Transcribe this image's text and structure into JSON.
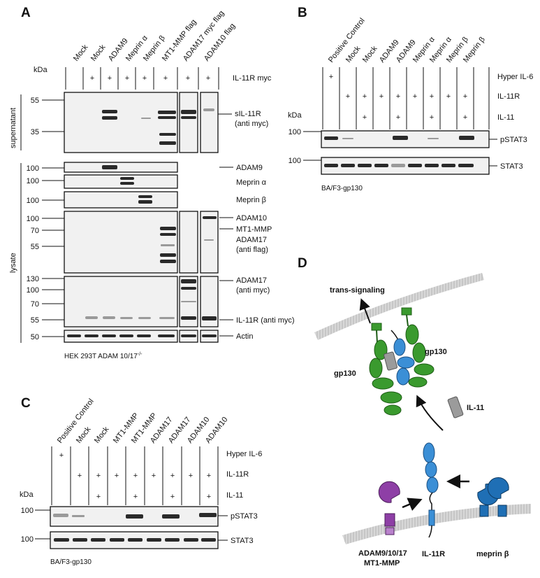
{
  "panel_a": {
    "letter": "A",
    "lanes": [
      "Mock",
      "Mock",
      "ADAM9",
      "Meprin α",
      "Meprin β",
      "MT1-MMP flag",
      "ADAM17 myc flag",
      "ADAM10 flag"
    ],
    "kda_label": "kDa",
    "il11r_row_label": "IL-11R myc",
    "il11r_row": [
      "",
      "+",
      "+",
      "+",
      "+",
      "+",
      "+",
      "+"
    ],
    "supernatant_label": "supernatant",
    "lysate_label": "lysate",
    "sup_markers": [
      "55",
      "35"
    ],
    "sup_labels": [
      "sIL-11R",
      "(anti myc)"
    ],
    "adam9_marker": "100",
    "adam9_label": "ADAM9",
    "mepa_marker": "100",
    "mepa_label": "Meprin α",
    "mepb_marker": "100",
    "mepb_label": "Meprin β",
    "flag_markers": [
      "100",
      "70",
      "55"
    ],
    "flag_labels": [
      "ADAM10",
      "MT1-MMP",
      "ADAM17",
      "(anti flag)"
    ],
    "myc_markers": [
      "130",
      "100",
      "70",
      "55"
    ],
    "myc_labels": [
      "ADAM17",
      "(anti myc)",
      "IL-11R (anti myc)"
    ],
    "actin_marker": "50",
    "actin_label": "Actin",
    "cell_line": "HEK 293T  ADAM 10/17",
    "cell_line_sup": "-/-"
  },
  "panel_b": {
    "letter": "B",
    "lanes": [
      "Positive Control",
      "Mock",
      "Mock",
      "ADAM9",
      "ADAM9",
      "Meprin α",
      "Meprin α",
      "Meprin β",
      "Meprin β"
    ],
    "rows": [
      {
        "label": "Hyper IL-6",
        "marks": [
          "+",
          "",
          "",
          "",
          "",
          "",
          "",
          "",
          ""
        ]
      },
      {
        "label": "IL-11R",
        "marks": [
          "",
          "+",
          "+",
          "+",
          "+",
          "+",
          "+",
          "+",
          "+"
        ]
      },
      {
        "label": "IL-11",
        "marks": [
          "",
          "",
          "+",
          "",
          "+",
          "",
          "+",
          "",
          "+"
        ]
      }
    ],
    "kda_label": "kDa",
    "pstat_marker": "100",
    "pstat_label": "pSTAT3",
    "stat_marker": "100",
    "stat_label": "STAT3",
    "cell_line": "BA/F3-gp130"
  },
  "panel_c": {
    "letter": "C",
    "lanes": [
      "Positive Control",
      "Mock",
      "Mock",
      "MT1-MMP",
      "MT1-MMP",
      "ADAM17",
      "ADAM17",
      "ADAM10",
      "ADAM10"
    ],
    "rows": [
      {
        "label": "Hyper IL-6",
        "marks": [
          "+",
          "",
          "",
          "",
          "",
          "",
          "",
          "",
          ""
        ]
      },
      {
        "label": "IL-11R",
        "marks": [
          "",
          "+",
          "+",
          "+",
          "+",
          "+",
          "+",
          "+",
          "+"
        ]
      },
      {
        "label": "IL-11",
        "marks": [
          "",
          "",
          "+",
          "",
          "+",
          "",
          "+",
          "",
          "+"
        ]
      }
    ],
    "kda_label": "kDa",
    "pstat_marker": "100",
    "pstat_label": "pSTAT3",
    "stat_marker": "100",
    "stat_label": "STAT3",
    "cell_line": "BA/F3-gp130"
  },
  "panel_d": {
    "letter": "D",
    "trans_signaling": "trans-signaling",
    "gp130_left": "gp130",
    "gp130_right": "gp130",
    "il11": "IL-11",
    "il11r": "IL-11R",
    "proteases_line1": "ADAM9/10/17",
    "proteases_line2": "MT1-MMP",
    "meprin": "meprin β",
    "colors": {
      "gp130": "#3a9a2e",
      "il11r": "#3b8fd6",
      "il11": "#9b9b9b",
      "adam": "#8e3fa6",
      "meprin": "#1f6fb5",
      "membrane": "#cfcfcf"
    }
  }
}
